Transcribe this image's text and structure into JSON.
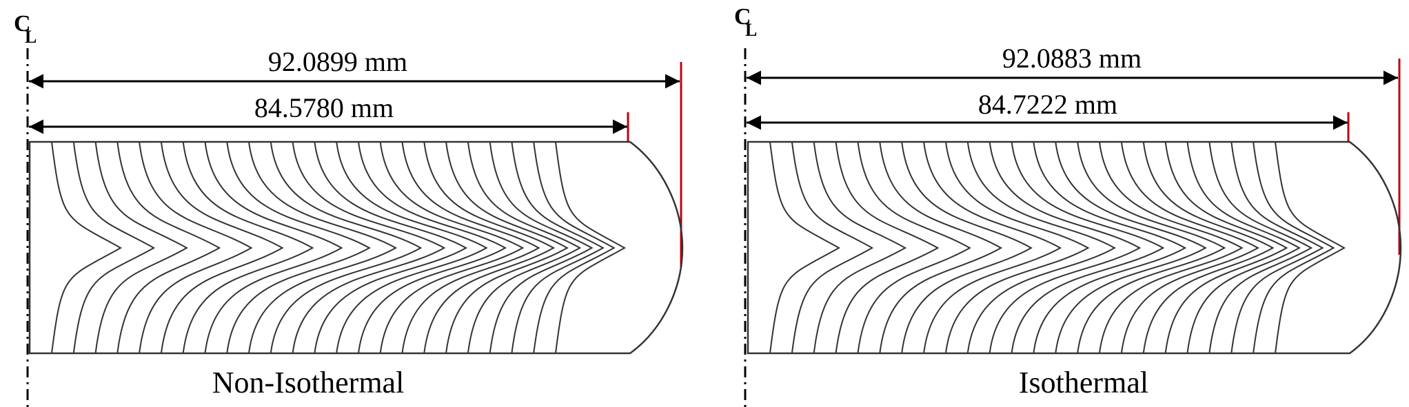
{
  "panels": [
    {
      "id": "left",
      "centerline_label": "C",
      "centerline_sub": "L",
      "outer_dimension": "92.0899 mm",
      "inner_dimension": "84.5780 mm",
      "caption": "Non-Isothermal"
    },
    {
      "id": "right",
      "centerline_label": "C",
      "centerline_sub": "L",
      "outer_dimension": "92.0883 mm",
      "inner_dimension": "84.7222 mm",
      "caption": "Isothermal"
    }
  ],
  "colors": {
    "outline": "#333333",
    "dimension": "#000000",
    "red_marker": "#c0000f"
  },
  "flow_line_count": 24
}
